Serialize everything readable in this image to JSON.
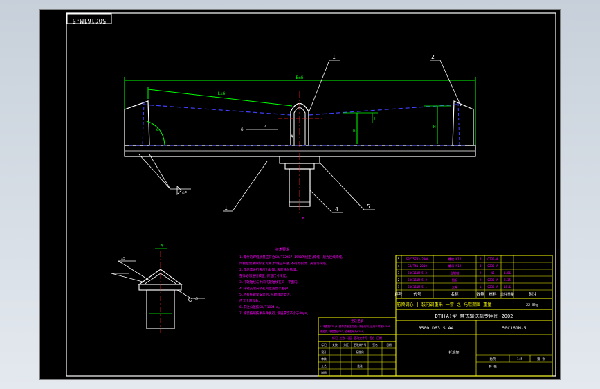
{
  "drawing_number_box": "50C161M-5",
  "callouts": {
    "c1": "1",
    "c2": "2",
    "c3": "1",
    "c4": "4",
    "c5": "5"
  },
  "section_label": "A",
  "dimensions": {
    "overall_width": "B±δ",
    "inner_width": "L±δ",
    "angle": "α",
    "h1": "h",
    "h2": "H",
    "pin_mark": "A",
    "roll_label": "4",
    "plate_label": "δ",
    "weld_right": "h",
    "detail_scale": "A",
    "detail_weld": "△5",
    "detail_weld2": "△5",
    "detail_right": "△5"
  },
  "notes": {
    "title": "技术要求",
    "lines": [
      "1.零件的焊缝质量应符合GB/T12467-1990的规定,焊缝一般为连续焊缝。",
      "焊接后需清除焊渣飞溅,焊缝应平整,不得有裂纹、夹渣等缺陷。",
      "2.焊后需进行去应力处理,表面涂防锈漆。",
      "整体必须进行校正,保证尺寸精度。",
      "3.托辊轴线与中间托辊轴线在同一平面内。",
      "4.托辊支架安装孔的位置度公差φ1。",
      "5.所有托辊架安装后,托辊转动灵活,",
      "应无卡阻现象。",
      "6.未注公差按GB/T1804-m。",
      "7.涂装按照技术条件执行,涂层厚度不小于80μm。"
    ]
  },
  "parts_rows": [
    [
      "5",
      "GB/T5783-2000",
      "螺栓 M12",
      "4",
      "Q235-A",
      "",
      ""
    ],
    [
      "4",
      "GB/T41-2000",
      "螺母 M12",
      "4",
      "Q235-A",
      "",
      ""
    ],
    [
      "3",
      "50C161M-5-3",
      "立辊轴",
      "2",
      "45",
      "1.86",
      ""
    ],
    [
      "2",
      "50C161M-5-2",
      "挡板",
      "2",
      "Q235-A",
      "2.35",
      ""
    ],
    [
      "1",
      "50C161M-5-1",
      "支架",
      "1",
      "Q235-A",
      "18.6",
      ""
    ]
  ],
  "parts_header": [
    "序号",
    "代号",
    "名称",
    "数量",
    "材料",
    "单件重量",
    "附注"
  ],
  "title_block": {
    "line1": "前倾调心 | 装内调重采  一套 之 托辊架图 重量",
    "line1_weight": "22.8kg",
    "company": "DTⅡ(A)型  带式输送机专用图-2002",
    "spec": "B500  D63  S  A4",
    "code": "50C161M-5",
    "name_caption": "托辊架",
    "scale_label": "比例",
    "scale": "1:5",
    "sheet_label": "共 张",
    "sheet": "第 张"
  },
  "change_table": {
    "title": "更改记录",
    "note_lines": [
      "1.本图按DTⅡ(A)型带式输送机设计手册绘制,适用于带宽B=500",
      "  输送机,托辊直径D63,轴承型号为6204。"
    ],
    "mid_caption": "标记 处数 分区 更改文件号 签名 日期",
    "header": [
      "标记",
      "处数",
      "分区",
      "更改文件号",
      "签名",
      "日期"
    ],
    "rows": [
      [
        "设计",
        "",
        "",
        "标准化",
        "",
        ""
      ],
      [
        "审核",
        "",
        "",
        "",
        "",
        ""
      ],
      [
        "工艺",
        "",
        "",
        "批准",
        "",
        ""
      ],
      [
        "制图",
        "",
        "",
        "",
        "",
        ""
      ]
    ]
  },
  "colors": {
    "background": "#000000",
    "line": "#ffffff",
    "dimension": "#00ff00",
    "text": "#ff00ff",
    "centerline": "#ff2020",
    "hidden": "#4040ff",
    "frame": "#ffff00"
  }
}
